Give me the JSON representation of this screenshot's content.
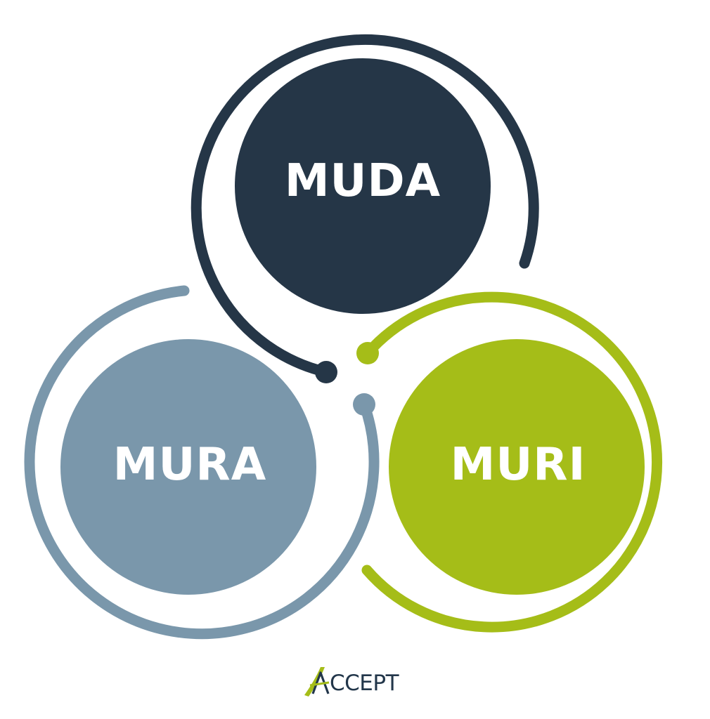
{
  "nodes": {
    "muda": {
      "label": "MUDA",
      "color": "#253647"
    },
    "mura": {
      "label": "MURA",
      "color": "#7a97ab"
    },
    "muri": {
      "label": "MURI",
      "color": "#a5bd18"
    }
  },
  "logo": {
    "text": "ACCEPT",
    "glyph_rest": "CCEPT",
    "text_color": "#22364a",
    "swoosh_color": "#a5bd18"
  },
  "background": "#ffffff"
}
